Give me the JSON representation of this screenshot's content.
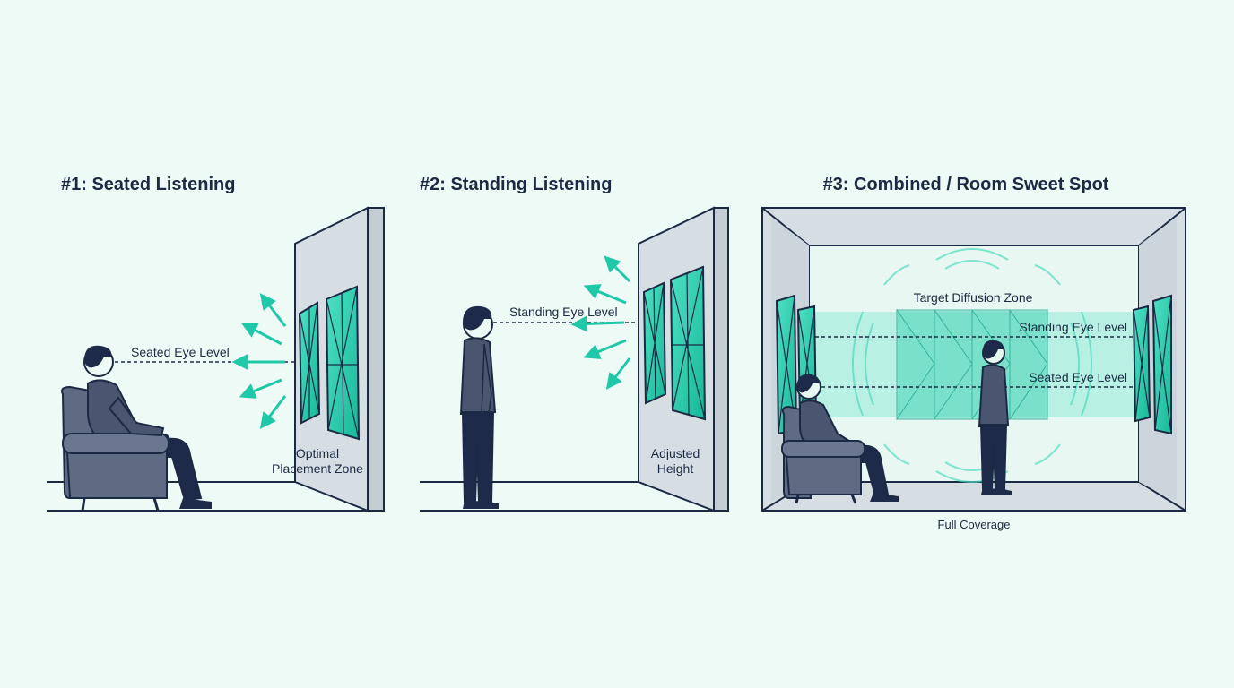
{
  "panels": [
    {
      "title": "#1: Seated Listening",
      "eye_level_label": "Seated Eye Level",
      "zone_label_line1": "Optimal",
      "zone_label_line2": "Placement Zone"
    },
    {
      "title": "#2: Standing Listening",
      "eye_level_label": "Standing Eye Level",
      "zone_label_line1": "Adjusted",
      "zone_label_line2": "Height"
    },
    {
      "title": "#3: Combined / Room Sweet Spot",
      "zone_label": "Target Diffusion Zone",
      "standing_label": "Standing Eye Level",
      "seated_label": "Seated Eye Level",
      "coverage_label": "Full Coverage"
    }
  ],
  "colors": {
    "background": "#eefaf6",
    "ink": "#1b2a44",
    "accent": "#1fc8a8",
    "wall": "#d6dde3",
    "person_top": "#4a5670",
    "person_legs": "#1e2a4a",
    "chair": "#5f6b82"
  },
  "icons": [
    "seated-person-icon",
    "standing-person-icon",
    "diffuser-panel-icon",
    "sound-wave-icon",
    "armchair-icon"
  ]
}
